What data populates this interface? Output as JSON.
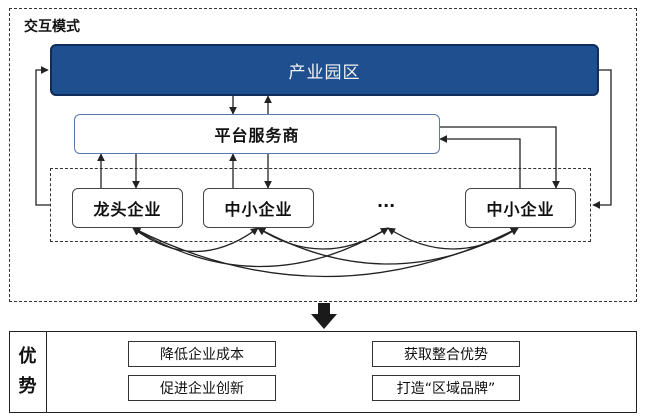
{
  "mode_label": "交互模式",
  "park": "产业园区",
  "platform": "平台服务商",
  "enterprises": {
    "leader": "龙头企业",
    "sme_1": "中小企业",
    "ellipsis": "···",
    "sme_2": "中小企业"
  },
  "advantages": {
    "title_char_1": "优",
    "title_char_2": "势",
    "items": [
      "降低企业成本",
      "获取整合优势",
      "促进企业创新",
      "打造“区域品牌”"
    ]
  }
}
